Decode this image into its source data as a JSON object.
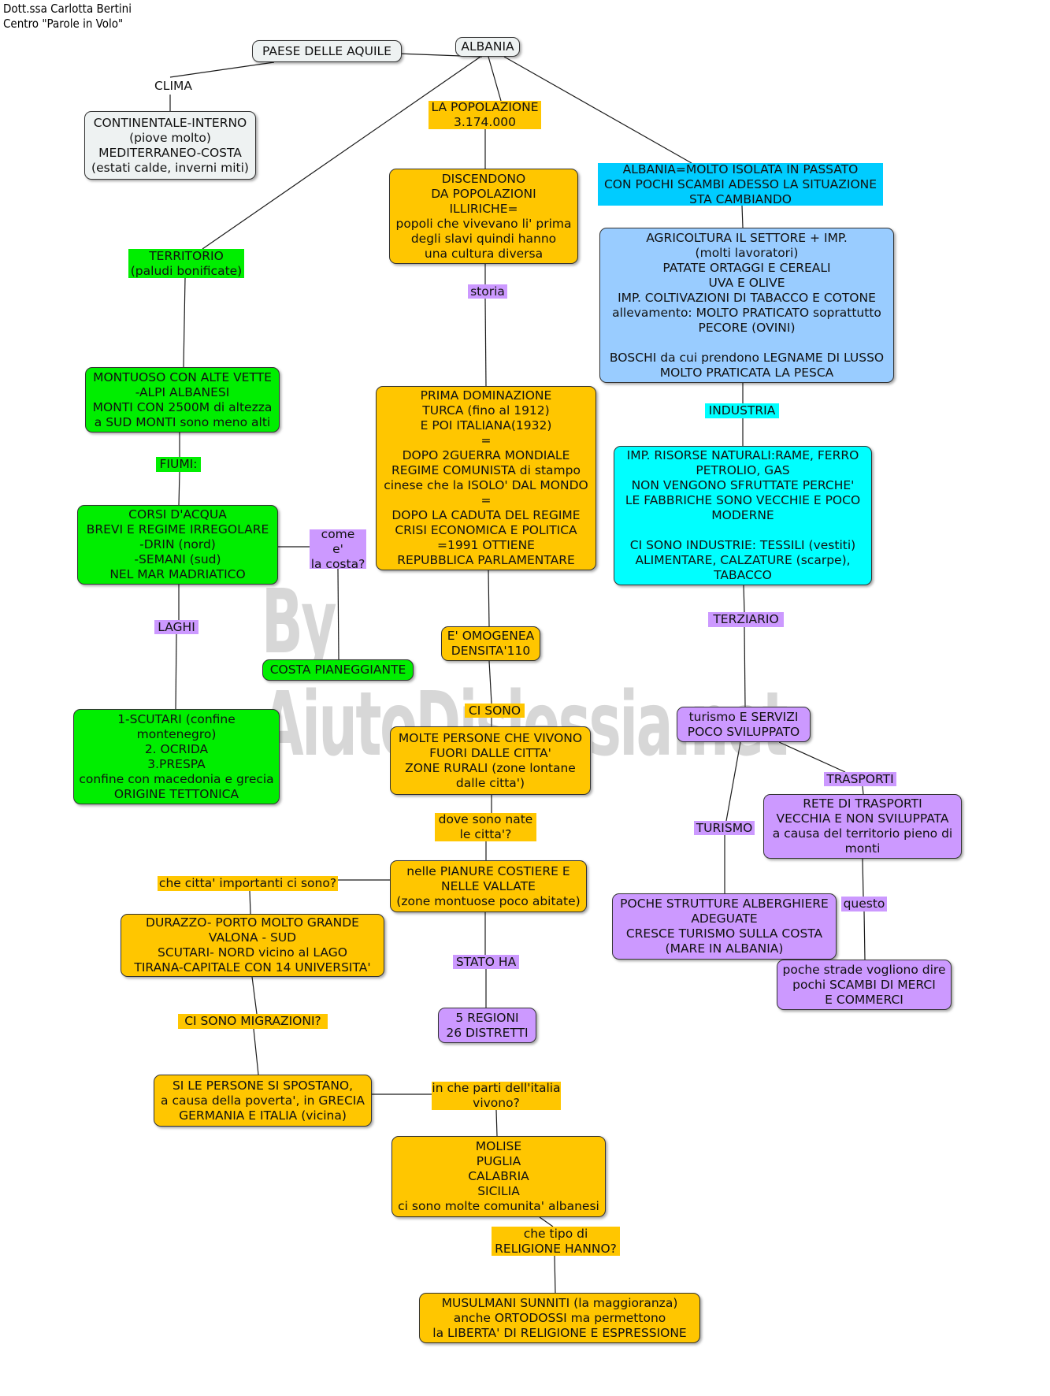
{
  "credit": "Dott.ssa Carlotta Bertini\nCentro \"Parole in Volo\"",
  "watermark": "By AiutoDislessia.net",
  "colors": {
    "orange": "#ffc600",
    "green": "#00ee00",
    "purple": "#cc99ff",
    "cyan": "#00ffff",
    "deep_sky": "#00ccff",
    "light_blue": "#99ccff",
    "pale_gray": "#eef2f2"
  },
  "nodes": {
    "albania": "ALBANIA",
    "paese": "PAESE DELLE AQUILE",
    "clima": "CLIMA",
    "clima_box": "CONTINENTALE-INTERNO\n(piove molto)\nMEDITERRANEO-COSTA\n(estati calde, inverni miti)",
    "popolazione": "LA POPOLAZIONE\n3.174.000",
    "discendono": "DISCENDONO\nDA POPOLAZIONI\nILLIRICHE=\npopoli che vivevano li' prima\ndegli slavi quindi hanno\nuna cultura diversa",
    "storia": "storia",
    "prima_dom": "PRIMA DOMINAZIONE\nTURCA (fino al 1912)\nE POI ITALIANA(1932)\n=\nDOPO 2GUERRA MONDIALE\nREGIME COMUNISTA di stampo\ncinese che la ISOLO' DAL MONDO\n=\nDOPO LA CADUTA DEL REGIME\nCRISI ECONOMICA E POLITICA\n=1991 OTTIENE\nREPUBBLICA PARLAMENTARE",
    "omogenea": "E' OMOGENEA\nDENSITA'110",
    "ci_sono": "CI SONO",
    "molte_persone": "MOLTE PERSONE CHE VIVONO\nFUORI DALLE CITTA'\nZONE RURALI (zone lontane\ndalle citta')",
    "dove_nate": "dove sono nate\nle citta'?",
    "pianure": "nelle PIANURE COSTIERE E\nNELLE VALLATE\n(zone montuose poco abitate)",
    "stato_ha": "STATO HA",
    "regioni": "5 REGIONI\n26 DISTRETTI",
    "citta_importanti": "che citta' importanti ci sono?",
    "durazzo": "DURAZZO- PORTO MOLTO GRANDE\nVALONA - SUD\nSCUTARI- NORD vicino al LAGO\nTIRANA-CAPITALE CON 14 UNIVERSITA'",
    "migrazioni": "CI SONO MIGRAZIONI?",
    "si_persone": "SI LE PERSONE SI SPOSTANO,\na causa della poverta', in GRECIA\nGERMANIA E ITALIA (vicina)",
    "parti_italia": "in che parti dell'italia\nvivono?",
    "molise": "MOLISE\nPUGLIA\nCALABRIA\nSICILIA\nci sono molte comunita' albanesi",
    "religione_q": "che tipo di\nRELIGIONE HANNO?",
    "musulmani": "MUSULMANI SUNNITI (la maggioranza)\nanche ORTODOSSI ma permettono\nla LIBERTA' DI RELIGIONE E ESPRESSIONE",
    "territorio": "TERRITORIO\n(paludi bonificate)",
    "montuoso": "MONTUOSO CON ALTE VETTE\n-ALPI ALBANESI\nMONTI CON 2500M di altezza\na SUD MONTI sono meno alti",
    "fiumi": "FIUMI:",
    "corsi": "CORSI D'ACQUA\nBREVI E REGIME IRREGOLARE\n-DRIN (nord)\n-SEMANI (sud)\nNEL MAR MADRIATICO",
    "come_costa": "come\ne'\nla costa?",
    "costa": "COSTA PIANEGGIANTE",
    "laghi": "LAGHI",
    "scutari": "1-SCUTARI (confine\nmontenegro)\n2. OCRIDA\n3.PRESPA\nconfine con macedonia e grecia\nORIGINE TETTONICA",
    "isolata": "ALBANIA=MOLTO ISOLATA IN PASSATO\nCON POCHI SCAMBI ADESSO LA SITUAZIONE\nSTA CAMBIANDO",
    "agricoltura": "AGRICOLTURA IL SETTORE + IMP.\n(molti lavoratori)\nPATATE ORTAGGI E CEREALI\nUVA E OLIVE\nIMP. COLTIVAZIONI DI TABACCO E COTONE\nallevamento: MOLTO PRATICATO soprattutto\nPECORE (OVINI)\n\nBOSCHI da cui prendono LEGNAME DI LUSSO\nMOLTO PRATICATA LA PESCA",
    "industria": "INDUSTRIA",
    "risorse": "IMP. RISORSE NATURALI:RAME, FERRO\nPETROLIO, GAS\nNON VENGONO SFRUTTATE PERCHE'\nLE FABBRICHE SONO VECCHIE E POCO\nMODERNE\n\nCI SONO INDUSTRIE: TESSILI (vestiti)\nALIMENTARE, CALZATURE (scarpe),\nTABACCO",
    "terziario": "TERZIARIO",
    "turismo_servizi": "turismo E SERVIZI\nPOCO SVILUPPATO",
    "trasporti": "TRASPORTI",
    "rete": "RETE DI TRASPORTI\nVECCHIA E NON SVILUPPATA\na causa del territorio pieno di\nmonti",
    "turismo": "TURISMO",
    "questo": "questo",
    "poche_strutture": "POCHE STRUTTURE ALBERGHIERE\nADEGUATE\nCRESCE TURISMO SULLA COSTA\n(MARE IN ALBANIA)",
    "poche_strade": "poche strade vogliono dire\npochi SCAMBI DI MERCI\nE COMMERCI"
  }
}
